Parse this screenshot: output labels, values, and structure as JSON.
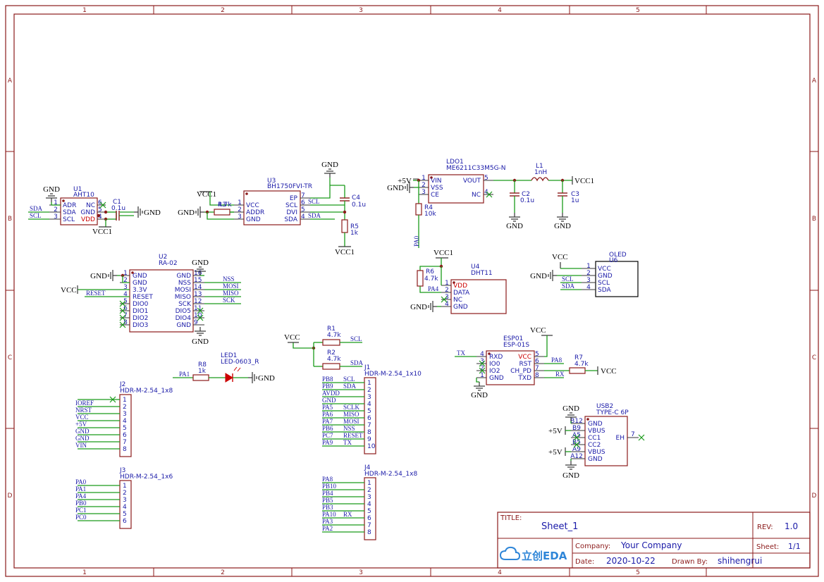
{
  "frame": {
    "columns": [
      "1",
      "2",
      "3",
      "4",
      "5"
    ],
    "rows": [
      "A",
      "B",
      "C",
      "D"
    ]
  },
  "title_block": {
    "title_label": "TITLE:",
    "title": "Sheet_1",
    "rev_label": "REV:",
    "rev": "1.0",
    "company_label": "Company:",
    "company": "Your Company",
    "sheet_label": "Sheet:",
    "sheet": "1/1",
    "date_label": "Date:",
    "date": "2020-10-22",
    "drawn_label": "Drawn By:",
    "drawn_by": "shihengrui",
    "logo_text": "立创EDA"
  },
  "nets": {
    "gnd": "GND",
    "vcc1": "VCC1",
    "vcc": "VCC",
    "p5v": "+5V",
    "sda": "SDA",
    "scl": "SCL",
    "reset": "RESET",
    "nss": "NSS",
    "mosi": "MOSI",
    "miso": "MISO",
    "sck": "SCK",
    "pa0": "PA0",
    "pa1": "PA1",
    "pa4": "PA4",
    "pa8": "PA8",
    "tx": "TX",
    "rx": "RX"
  },
  "components": {
    "u1": {
      "ref": "U1",
      "value": "AHT10",
      "pins_left": [
        "ADR",
        "SDA",
        "SCL"
      ],
      "pins_right": [
        "NC",
        "GND",
        "VDD"
      ],
      "nums_left": [
        "1",
        "2",
        "3"
      ],
      "nums_right": [
        "6",
        "5",
        "4"
      ]
    },
    "c1": {
      "ref": "C1",
      "value": "0.1u"
    },
    "u3": {
      "ref": "U3",
      "value": "BH1750FVI-TR",
      "pins_left": [
        "VCC",
        "ADDR",
        "GND"
      ],
      "pins_right": [
        "EP",
        "SCL",
        "DVI",
        "SDA"
      ],
      "nums_left": [
        "1",
        "2",
        "3"
      ],
      "nums_right": [
        "7",
        "6",
        "5",
        "4"
      ]
    },
    "r3": {
      "ref": "R3",
      "value": "4.7k"
    },
    "c4": {
      "ref": "C4",
      "value": "0.1u"
    },
    "r5": {
      "ref": "R5",
      "value": "1k"
    },
    "ldo1": {
      "ref": "LDO1",
      "value": "ME6211C33M5G-N",
      "pins_left": [
        "VIN",
        "VSS",
        "CE"
      ],
      "pins_right": [
        "VOUT",
        "NC"
      ],
      "nums_left": [
        "1",
        "2",
        "3"
      ],
      "nums_right": [
        "5",
        "4"
      ]
    },
    "l1": {
      "ref": "L1",
      "value": "1nH"
    },
    "c2": {
      "ref": "C2",
      "value": "0.1u"
    },
    "c3": {
      "ref": "C3",
      "value": "1u"
    },
    "r4": {
      "ref": "R4",
      "value": "10k"
    },
    "u2": {
      "ref": "U2",
      "value": "RA-02",
      "pins_left": [
        "GND",
        "GND",
        "3.3V",
        "RESET",
        "DIO0",
        "DIO1",
        "DIO2",
        "DIO3"
      ],
      "pins_right": [
        "GND",
        "NSS",
        "MOSI",
        "MISO",
        "SCK",
        "DIO5",
        "DIO4",
        "GND"
      ],
      "nums_left": [
        "1",
        "2",
        "3",
        "4",
        "5",
        "6",
        "7",
        "8"
      ],
      "nums_right": [
        "16",
        "15",
        "14",
        "13",
        "12",
        "11",
        "10",
        "9"
      ]
    },
    "u4": {
      "ref": "U4",
      "value": "DHT11",
      "pins": [
        "VDD",
        "DATA",
        "NC",
        "GND"
      ],
      "nums": [
        "1",
        "2",
        "3",
        "4"
      ]
    },
    "r6": {
      "ref": "R6",
      "value": "4.7k"
    },
    "u6": {
      "ref": "U6",
      "value": "OLED",
      "pins": [
        "VCC",
        "GND",
        "SCL",
        "SDA"
      ],
      "nums": [
        "1",
        "2",
        "3",
        "4"
      ]
    },
    "r1": {
      "ref": "R1",
      "value": "4.7k"
    },
    "r2": {
      "ref": "R2",
      "value": "4.7k"
    },
    "r8": {
      "ref": "R8",
      "value": "1k"
    },
    "led1": {
      "ref": "LED1",
      "value": "LED-0603_R"
    },
    "esp01": {
      "ref": "ESP01",
      "value": "ESP-01S",
      "pins_left": [
        "RXD",
        "IO0",
        "IO2",
        "GND"
      ],
      "pins_right": [
        "VCC",
        "RST",
        "CH_PD",
        "TXD"
      ],
      "nums_left": [
        "4",
        "3",
        "2",
        "1"
      ],
      "nums_right": [
        "5",
        "6",
        "7",
        "8"
      ]
    },
    "r7": {
      "ref": "R7",
      "value": "4.7k"
    },
    "usb2": {
      "ref": "USB2",
      "value": "TYPE-C 6P",
      "pins": [
        "GND",
        "VBUS",
        "CC1",
        "CC2",
        "VBUS",
        "GND"
      ],
      "nums": [
        "B12",
        "B9",
        "A5",
        "B5",
        "A9",
        "A12"
      ],
      "eh": "EH",
      "eh_num": "7"
    },
    "j2": {
      "ref": "J2",
      "value": "HDR-M-2.54_1x8",
      "nets": [
        "",
        "IOREF",
        "NRST",
        "VCC",
        "+5V",
        "GND",
        "GND",
        "VIN"
      ]
    },
    "j3": {
      "ref": "J3",
      "value": "HDR-M-2.54_1x6",
      "nets": [
        "PA0",
        "PA1",
        "PA4",
        "PB0",
        "PC1",
        "PC0"
      ]
    },
    "j1": {
      "ref": "J1",
      "value": "HDR-M-2.54_1x10",
      "nets_a": [
        "PB8",
        "PB9",
        "AVDD",
        "GND",
        "PA5",
        "PA6",
        "PA7",
        "PB6",
        "PC7",
        "PA9"
      ],
      "nets_b": [
        "SCL",
        "SDA",
        "",
        "",
        "SCLK",
        "MISO",
        "MOSI",
        "NSS",
        "RESET",
        "TX"
      ]
    },
    "j4": {
      "ref": "J4",
      "value": "HDR-M-2.54_1x8",
      "nets_a": [
        "PA8",
        "PB10",
        "PB4",
        "PB5",
        "PB3",
        "PA10",
        "PA3",
        "PA2"
      ],
      "nets_b": [
        "",
        "",
        "",
        "",
        "",
        "RX",
        "",
        ""
      ]
    }
  },
  "colors": {
    "frame": "#8b1a1a",
    "wire": "#1a9a1a",
    "body": "#8b1a1a",
    "text": "#1a1aa8",
    "pin_num": "#1a1aa8",
    "power_pin": "#cc0000",
    "noconnect": "#1a9a1a"
  }
}
